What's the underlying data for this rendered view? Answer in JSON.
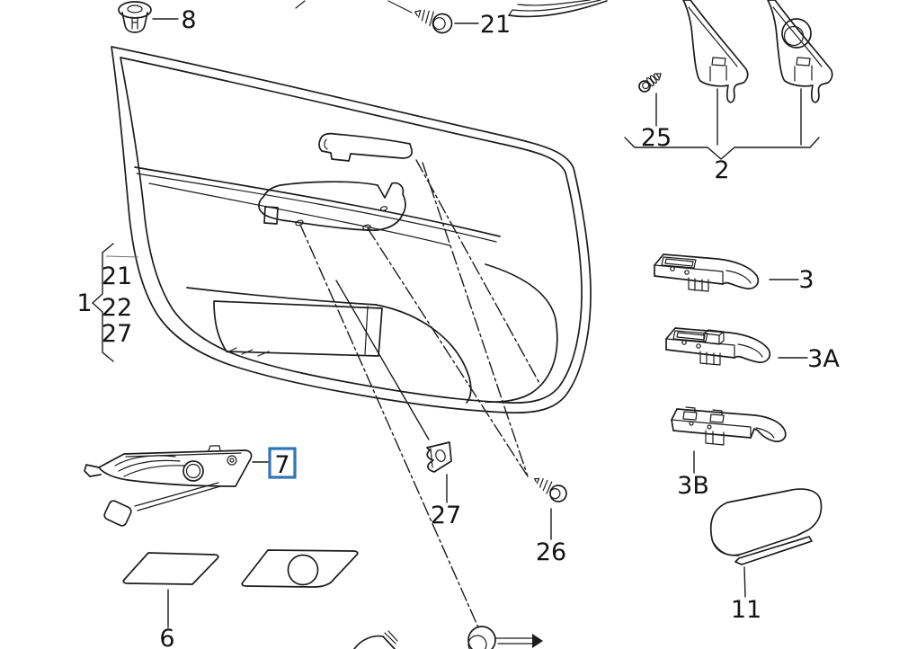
{
  "diagram": {
    "kind": "exploded-parts-diagram",
    "subject": "front door trim panel",
    "colors": {
      "background": "#ffffff",
      "line": "#1c1c1c",
      "highlight": "#2e75b6"
    },
    "selected_part": "7",
    "labels": {
      "grommet": "8",
      "screw_top": "21",
      "pillar_clip": "25",
      "pillar_group": "2",
      "panel_group": "1",
      "panel_item_1": "21",
      "panel_item_2": "22",
      "panel_item_3": "27",
      "switch_trim": "3",
      "switch_trim_a": "3A",
      "switch_trim_b": "3B",
      "armrest_pad": "11",
      "handle": "7",
      "clip_nut": "27",
      "screw_lower": "26",
      "foil": "6"
    }
  }
}
